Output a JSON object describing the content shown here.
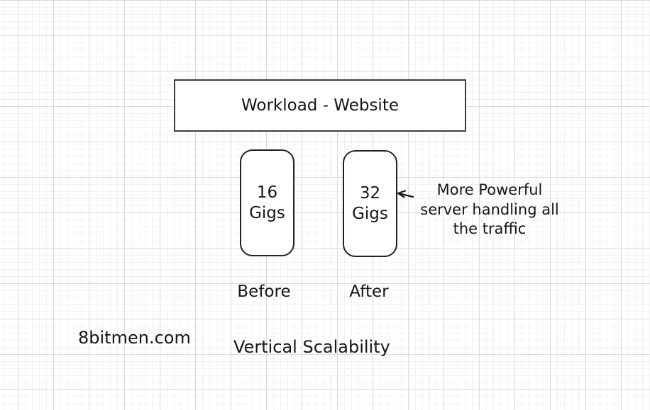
{
  "diagram": {
    "workload_box": {
      "label": "Workload - Website"
    },
    "servers": {
      "before": {
        "capacity": "16\nGigs",
        "label": "Before"
      },
      "after": {
        "capacity": "32\nGigs",
        "label": "After"
      }
    },
    "annotation": {
      "text": "More Powerful\nserver handling all\nthe traffic",
      "arrow_icon": "left-arrow"
    },
    "watermark": "8bitmen.com",
    "caption": "Vertical Scalability",
    "colors": {
      "background": "#ffffff",
      "grid_major": "#d9d9d9",
      "grid_minor": "#f3f2f2",
      "box_border": "#3d3d3d",
      "server_border": "#222222",
      "text": "#161616"
    }
  }
}
